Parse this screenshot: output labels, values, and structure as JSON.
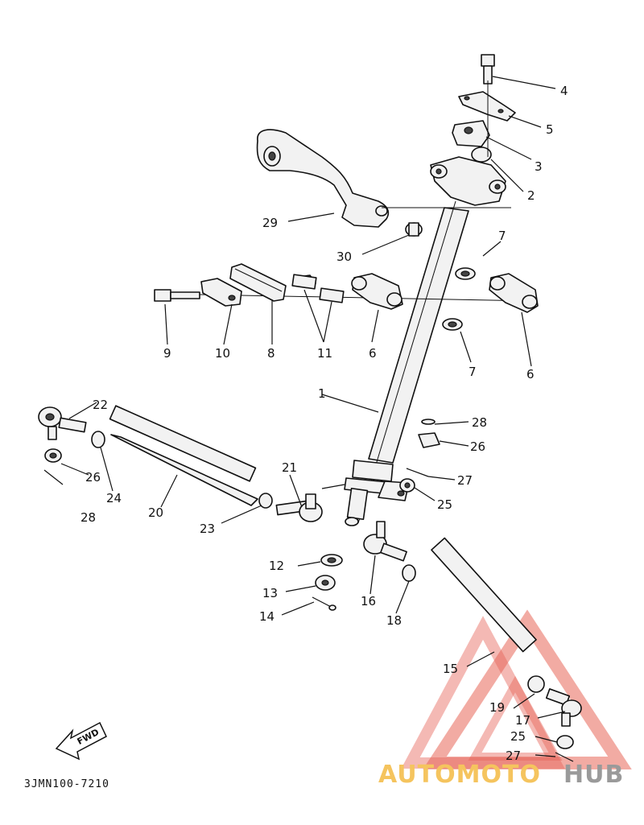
{
  "drawing_code": "3JMN100-7210",
  "fwd_label": "FWD",
  "watermark": {
    "part1": "AUTOMOTO",
    "part2": "HUB",
    "color1": "#f5c45e",
    "color2": "#9a9a9a",
    "triangle_color": "#e24a3b"
  },
  "callouts": [
    {
      "id": "c1",
      "text": "1"
    },
    {
      "id": "c2",
      "text": "2"
    },
    {
      "id": "c3",
      "text": "3"
    },
    {
      "id": "c4",
      "text": "4"
    },
    {
      "id": "c5",
      "text": "5"
    },
    {
      "id": "c6a",
      "text": "6"
    },
    {
      "id": "c6b",
      "text": "6"
    },
    {
      "id": "c7a",
      "text": "7"
    },
    {
      "id": "c7b",
      "text": "7"
    },
    {
      "id": "c8",
      "text": "8"
    },
    {
      "id": "c9",
      "text": "9"
    },
    {
      "id": "c10",
      "text": "10"
    },
    {
      "id": "c11",
      "text": "11"
    },
    {
      "id": "c12",
      "text": "12"
    },
    {
      "id": "c13",
      "text": "13"
    },
    {
      "id": "c14",
      "text": "14"
    },
    {
      "id": "c15",
      "text": "15"
    },
    {
      "id": "c16",
      "text": "16"
    },
    {
      "id": "c17",
      "text": "17"
    },
    {
      "id": "c18",
      "text": "18"
    },
    {
      "id": "c19",
      "text": "19"
    },
    {
      "id": "c20",
      "text": "20"
    },
    {
      "id": "c21",
      "text": "21"
    },
    {
      "id": "c22",
      "text": "22"
    },
    {
      "id": "c23",
      "text": "23"
    },
    {
      "id": "c24",
      "text": "24"
    },
    {
      "id": "c25a",
      "text": "25"
    },
    {
      "id": "c25b",
      "text": "25"
    },
    {
      "id": "c26a",
      "text": "26"
    },
    {
      "id": "c26b",
      "text": "26"
    },
    {
      "id": "c27a",
      "text": "27"
    },
    {
      "id": "c27b",
      "text": "27"
    },
    {
      "id": "c28a",
      "text": "28"
    },
    {
      "id": "c28b",
      "text": "28"
    },
    {
      "id": "c29",
      "text": "29"
    },
    {
      "id": "c30",
      "text": "30"
    }
  ]
}
